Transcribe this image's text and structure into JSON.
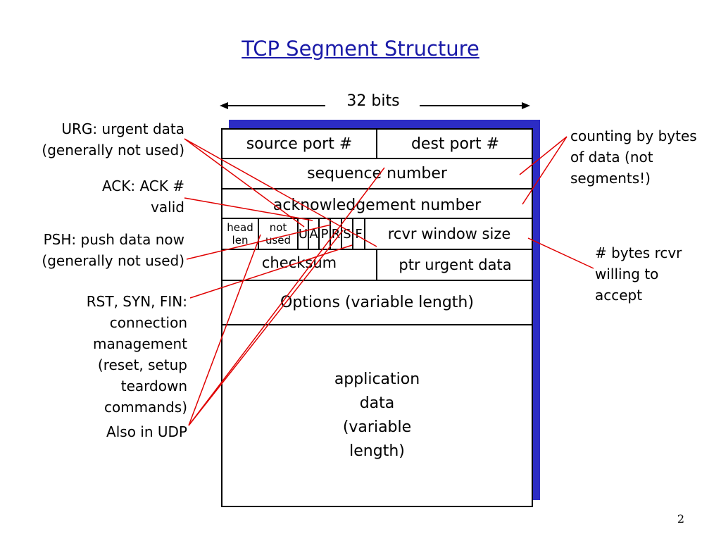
{
  "title": "TCP Segment Structure",
  "width_label": "32 bits",
  "fields": {
    "source_port": "source port #",
    "dest_port": "dest port #",
    "sequence_number": "sequence number",
    "ack_number": "acknowledgement number",
    "head_len": "head len",
    "not_used": "not used",
    "flags": [
      "U",
      "A",
      "P",
      "R",
      "S",
      "F"
    ],
    "rcvr_window_size": "rcvr window size",
    "checksum": "checksum",
    "ptr_urgent_data": "ptr urgent data",
    "options": "Options (variable length)",
    "application_data": "application data (variable length)"
  },
  "left_notes": {
    "urg": "URG: urgent data (generally not used)",
    "ack": "ACK: ACK # valid",
    "psh": "PSH: push data now (generally not used)",
    "rst_syn_fin": "RST, SYN, FIN: connection management (reset, setup teardown commands)",
    "also_udp": "Also in UDP"
  },
  "right_notes": {
    "counting": "counting by bytes of data (not segments!)",
    "window": "# bytes rcvr willing to accept"
  },
  "page_number": "2",
  "colors": {
    "title": "#1a1aa8",
    "shadow": "#2c2cc4",
    "callout_line": "#e00000"
  }
}
